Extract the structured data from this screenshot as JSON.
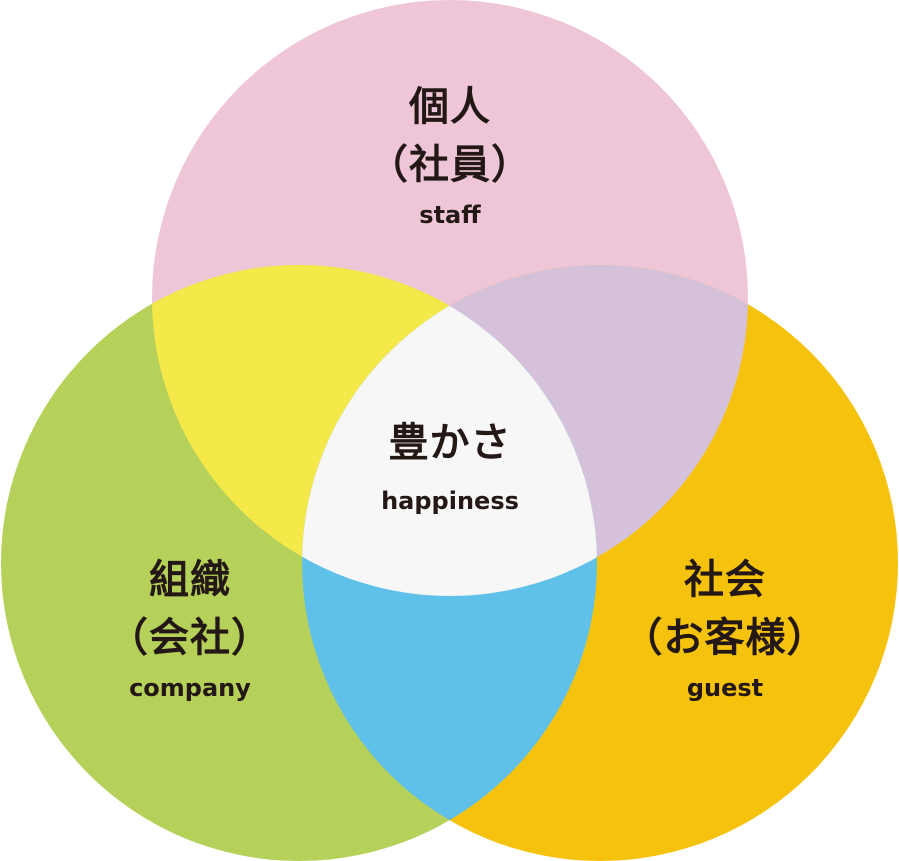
{
  "diagram": {
    "type": "venn",
    "sets": [
      {
        "id": "staff",
        "title_line1": "個人",
        "title_line2": "（社員）",
        "english": "staff",
        "color": "#efc6d8"
      },
      {
        "id": "company",
        "title_line1": "組織",
        "title_line2": "（会社）",
        "english": "company",
        "color": "#b5d159"
      },
      {
        "id": "guest",
        "title_line1": "社会",
        "title_line2": "（お客様）",
        "english": "guest",
        "color": "#f5c20d"
      }
    ],
    "intersections": {
      "staff_company": "#f5e94a",
      "staff_guest": "#d5c2da",
      "company_guest": "#5fc1e9",
      "all": {
        "title": "豊かさ",
        "english": "happiness",
        "color": "#f7f7f7"
      }
    }
  }
}
